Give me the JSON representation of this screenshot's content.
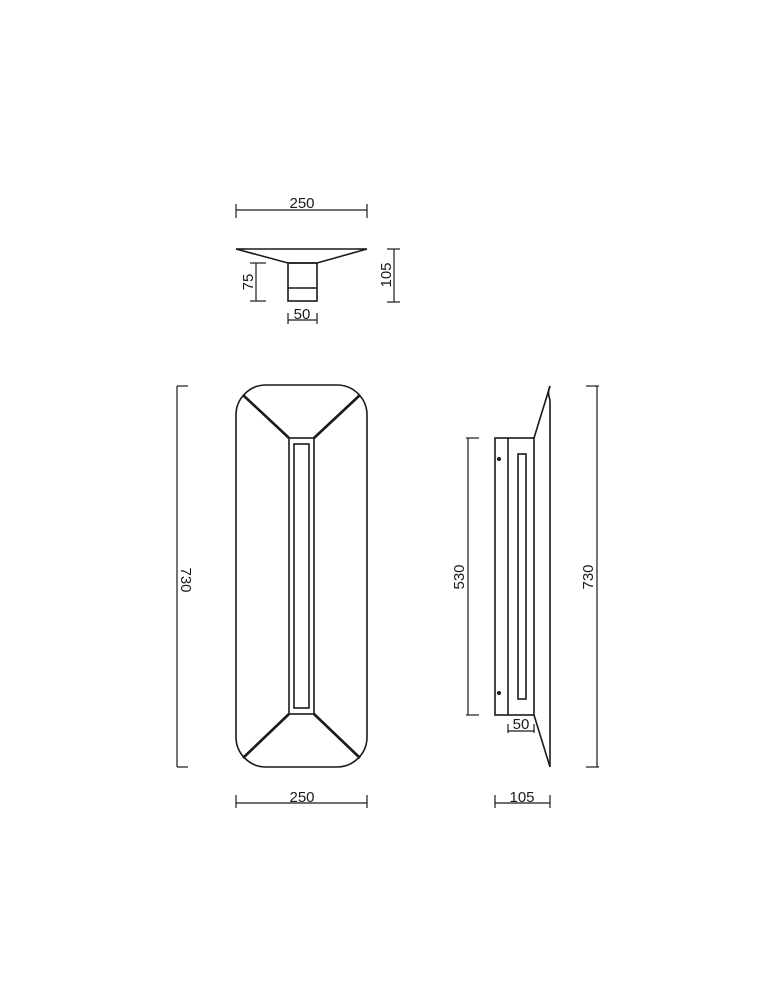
{
  "drawing": {
    "top_view": {
      "width_label": "250",
      "height_label": "105",
      "stem_height_label": "75",
      "stem_width_label": "50"
    },
    "front_view": {
      "height_label": "730",
      "width_label": "250"
    },
    "side_view": {
      "body_height_label": "530",
      "total_height_label": "730",
      "body_depth_label": "50",
      "total_depth_label": "105"
    },
    "colors": {
      "line": "#1a1a1a",
      "background": "#ffffff"
    }
  }
}
